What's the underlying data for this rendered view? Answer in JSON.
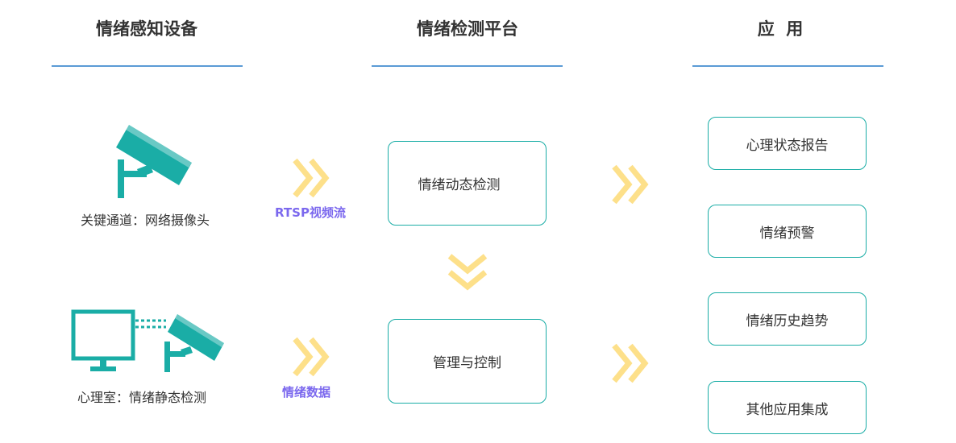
{
  "columns": {
    "devices_title": "情绪感知设备",
    "platform_title": "情绪检测平台",
    "apps_title": "应  用"
  },
  "devices": {
    "camera_label": "关键通道：网络摄像头",
    "room_label": "心理室：情绪静态检测"
  },
  "flows": {
    "stream_label": "RTSP视频流",
    "data_label": "情绪数据"
  },
  "platform": {
    "dynamic_detection": "情绪动态检测",
    "management": "管理与控制"
  },
  "apps": [
    "心理状态报告",
    "情绪预警",
    "情绪历史趋势",
    "其他应用集成"
  ],
  "colors": {
    "teal": "#1aada6",
    "arrow": "#fde08a",
    "underline": "#5b9bd5",
    "flow_text": "#7b68ee"
  },
  "icons": [
    "cctv-camera-icon",
    "monitor-icon",
    "double-chevron-right-icon",
    "double-chevron-down-icon"
  ]
}
